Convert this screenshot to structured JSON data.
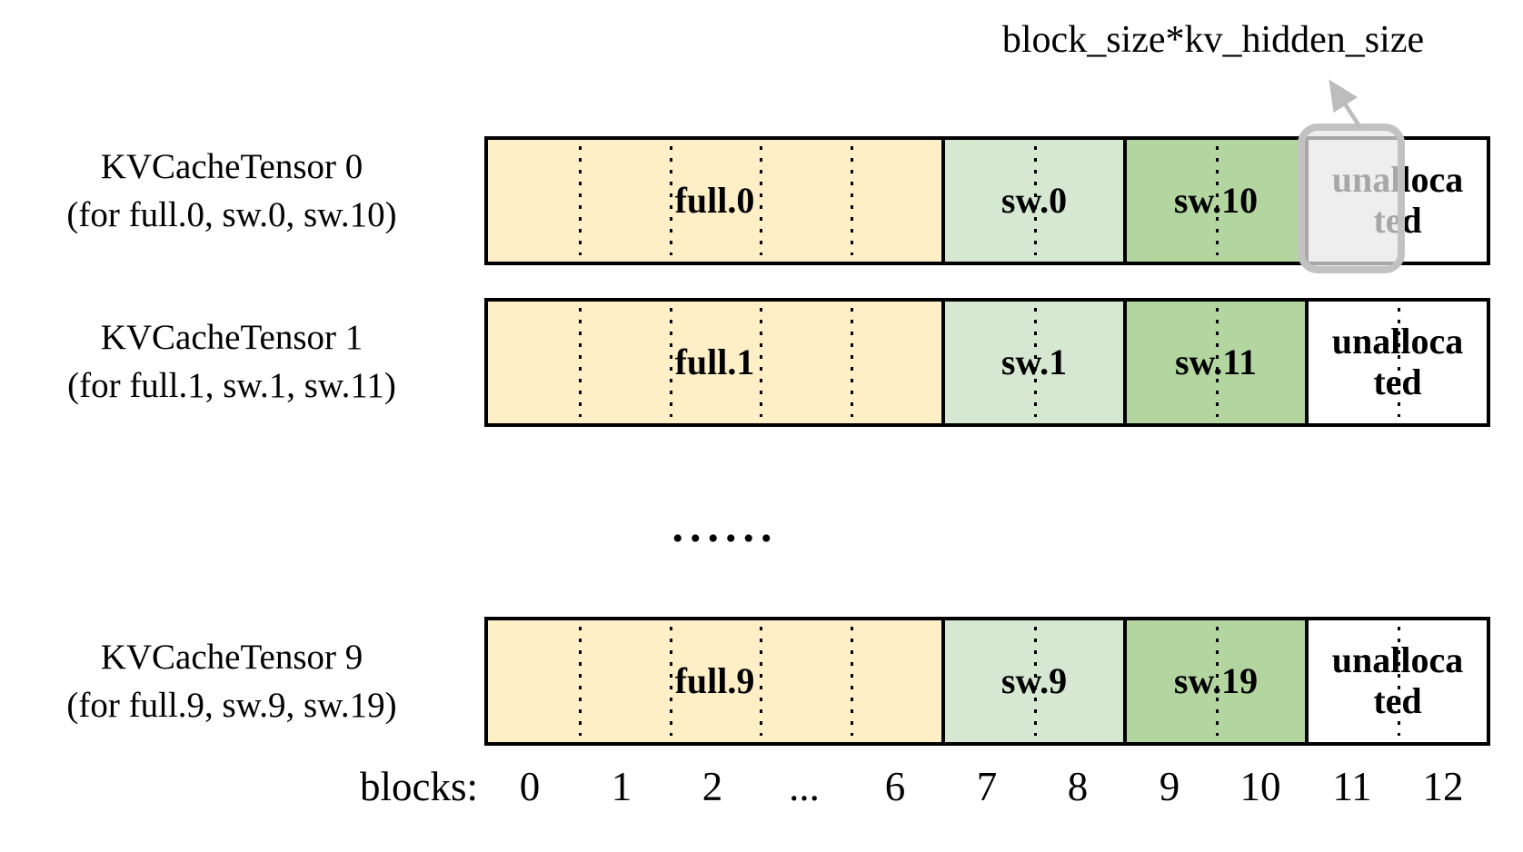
{
  "annotation": {
    "label": "block_size*kv_hidden_size"
  },
  "rows": [
    {
      "title": "KVCacheTensor 0",
      "subtitle": "(for full.0, sw.0, sw.10)",
      "segments": [
        "full.0",
        "sw.0",
        "sw.10",
        "unallocated"
      ]
    },
    {
      "title": "KVCacheTensor 1",
      "subtitle": "(for full.1, sw.1, sw.11)",
      "segments": [
        "full.1",
        "sw.1",
        "sw.11",
        "unallocated"
      ]
    },
    {
      "title": "KVCacheTensor 9",
      "subtitle": "(for full.9, sw.9, sw.19)",
      "segments": [
        "full.9",
        "sw.9",
        "sw.19",
        "unallocated"
      ]
    }
  ],
  "ellipsis": "......",
  "axis": {
    "label": "blocks:",
    "ticks": [
      "0",
      "1",
      "2",
      "...",
      "6",
      "7",
      "8",
      "9",
      "10",
      "11",
      "12"
    ]
  },
  "colors": {
    "full": "#FEEFC6",
    "sw_light": "#D6E8D1",
    "sw_dark": "#B3D6A1",
    "unallocated": "#FFFFFF",
    "border": "#000000",
    "highlight_border": "#C2C2C2",
    "highlight_fill": "rgba(231,231,231,0.72)",
    "arrow": "#BDBDBD"
  }
}
